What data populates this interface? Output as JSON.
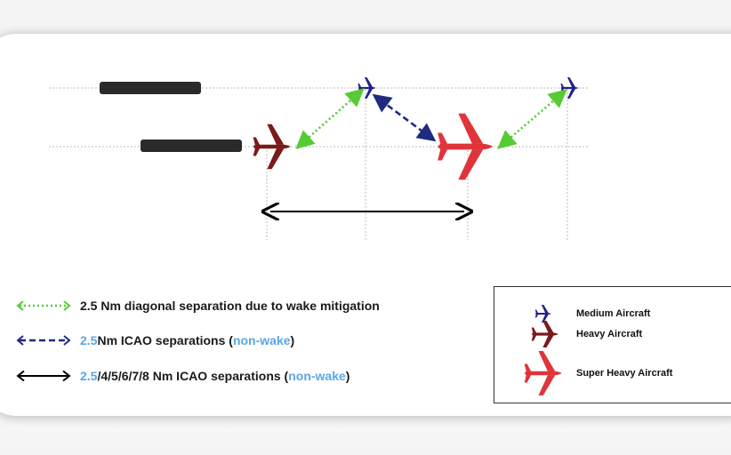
{
  "legend": {
    "green": {
      "text": "2.5 Nm diagonal separation due to wake mitigation"
    },
    "blue": {
      "num": "2.5",
      "mid": " Nm ICAO separations (",
      "nonwake": "non-wake",
      "close": ")"
    },
    "black": {
      "num": "2.5",
      "rest": "/4/5/6/7/8 Nm ICAO separations (",
      "nonwake": "non-wake",
      "close": ")"
    }
  },
  "aircraft_types": {
    "medium": "Medium Aircraft",
    "heavy": "Heavy Aircraft",
    "super_heavy": "Super Heavy Aircraft"
  },
  "colors": {
    "medium": "#1f1f8c",
    "heavy": "#7a1a1a",
    "super_heavy": "#e0343b",
    "wake_arrow": "#55cc33",
    "icao_arrow": "#1f2a80",
    "highlight": "#5aa7e6"
  }
}
